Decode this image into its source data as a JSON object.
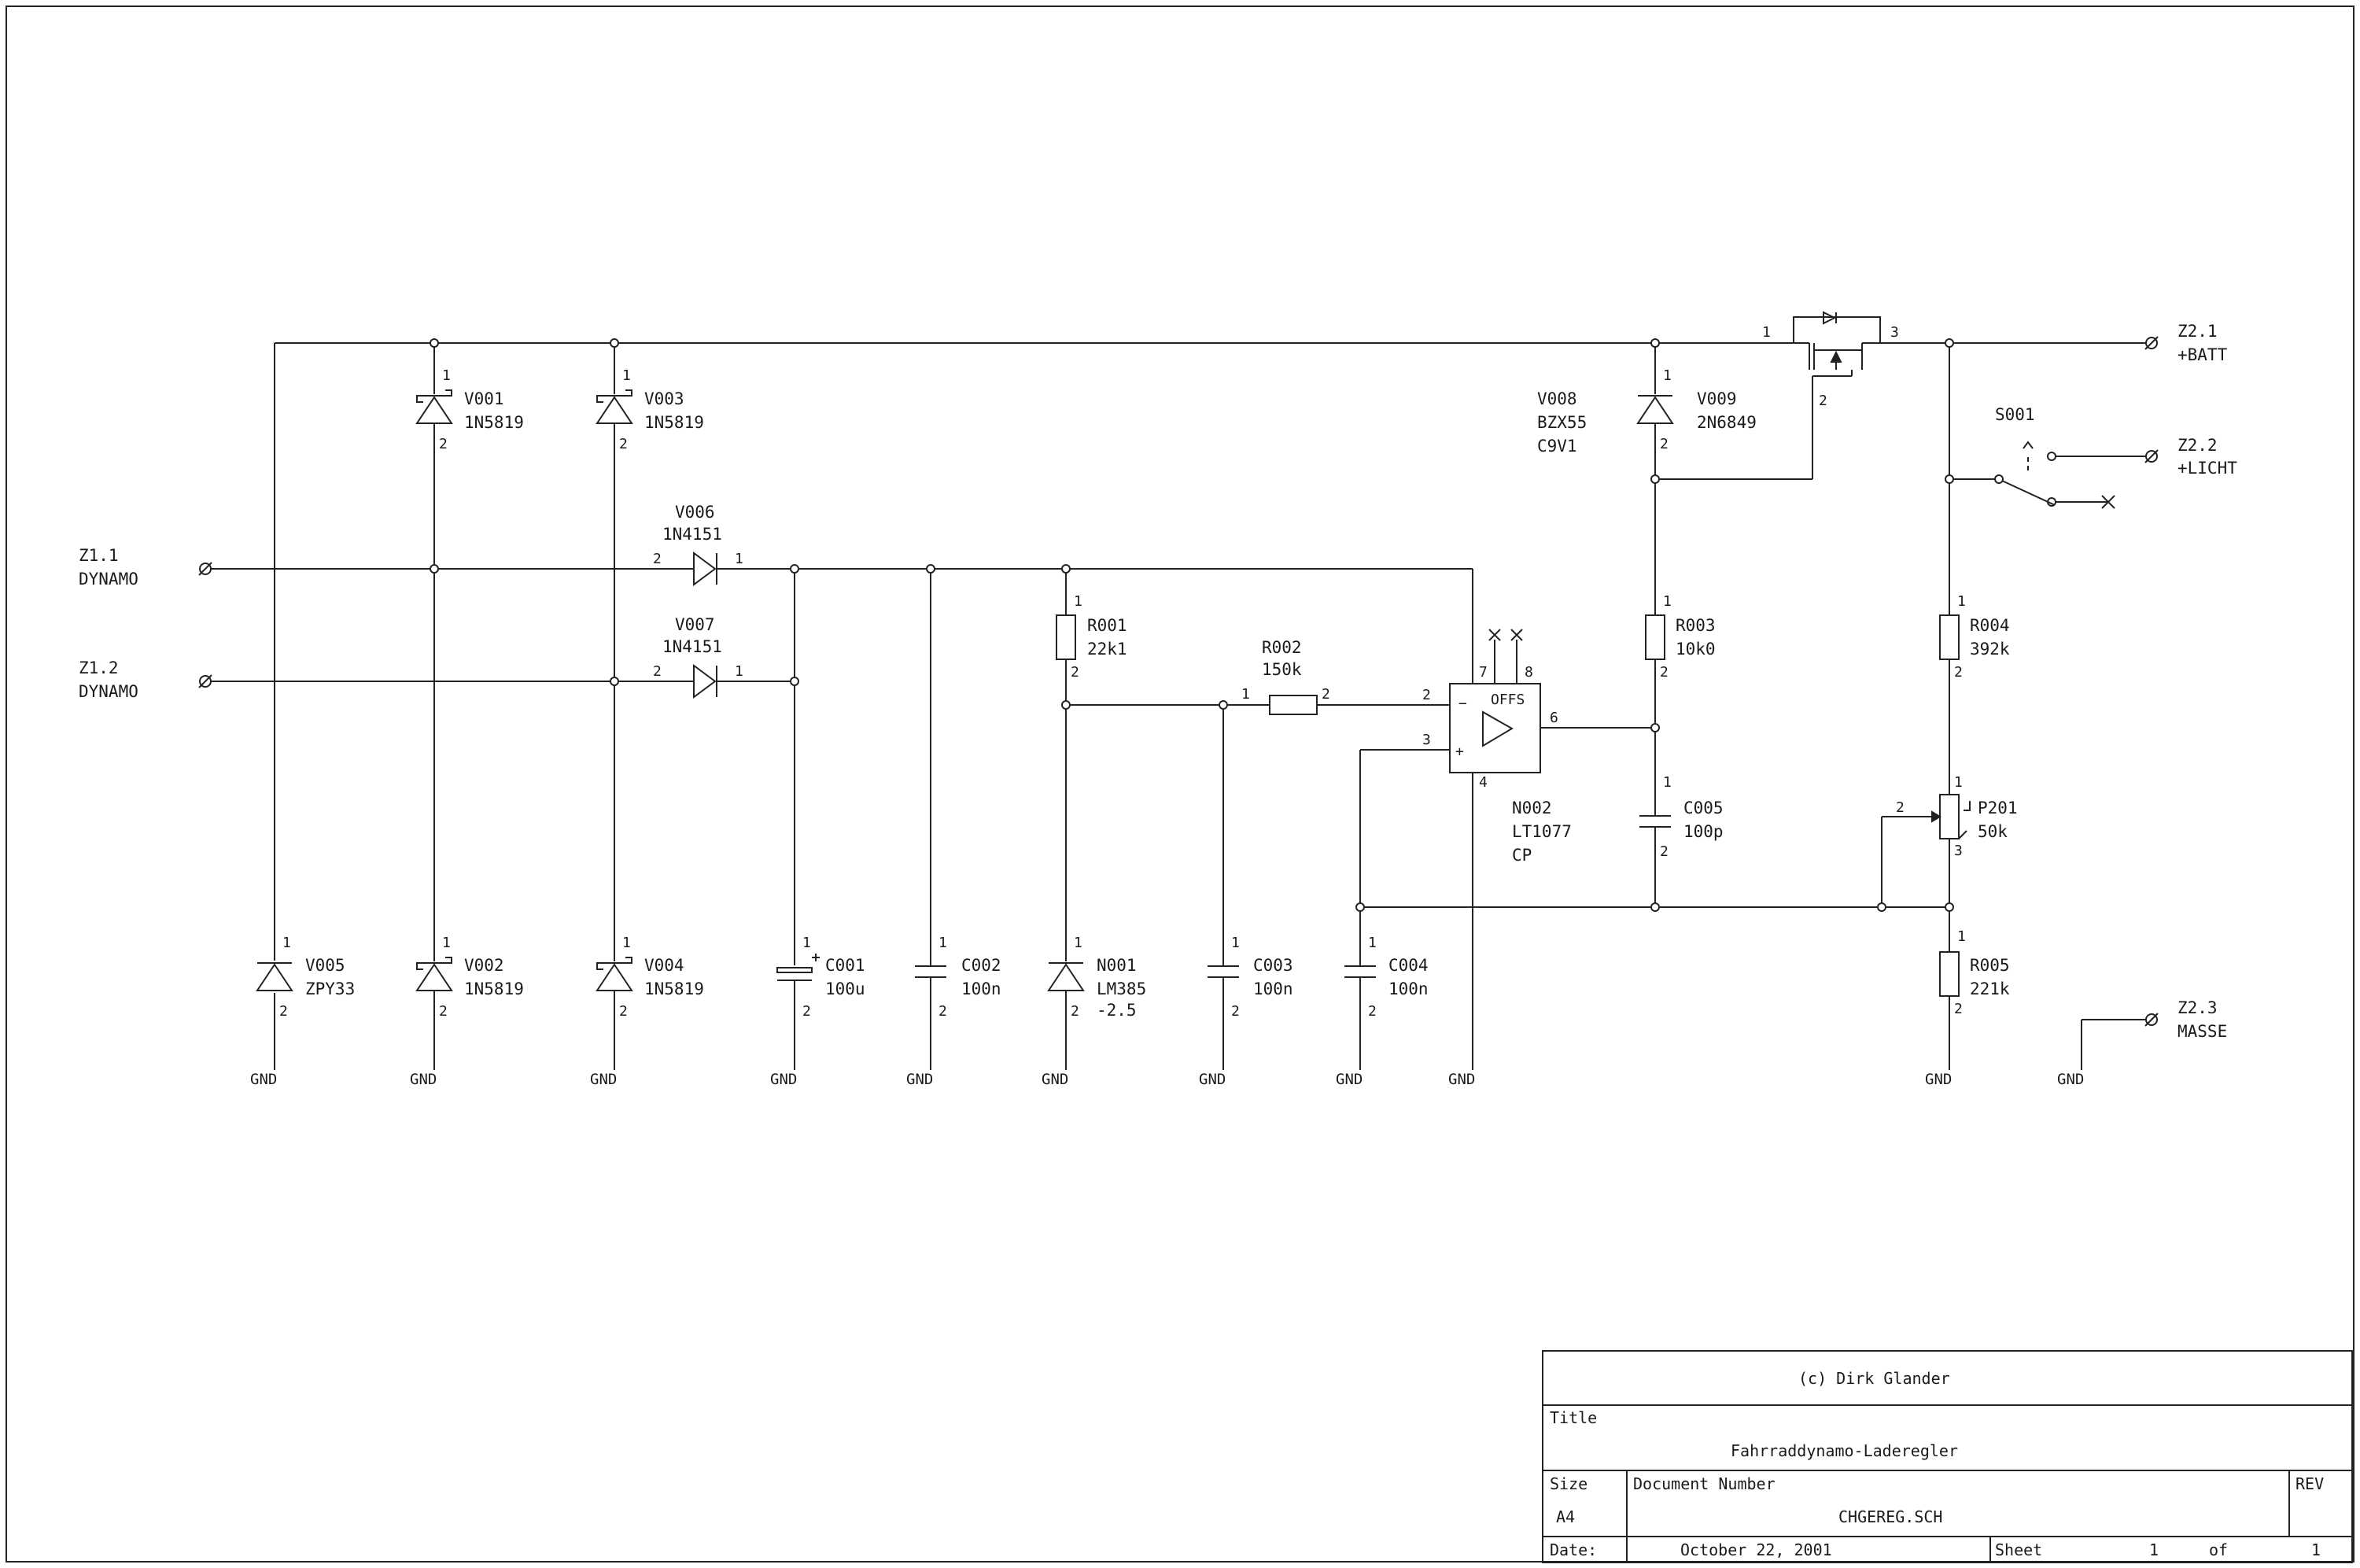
{
  "title_block": {
    "copyright": "(c) Dirk Glander",
    "title_label": "Title",
    "title": "Fahrraddynamo-Laderegler",
    "size_label": "Size",
    "size": "A4",
    "docnum_label": "Document Number",
    "docnum": "CHGEREG.SCH",
    "rev_label": "REV",
    "rev": "",
    "date_label": "Date:",
    "date": "October 22, 2001",
    "sheet_label": "Sheet",
    "sheet": "1",
    "of_label": "of",
    "sheet_total": "1"
  },
  "connectors": [
    {
      "ref": "Z1.1",
      "name": "DYNAMO"
    },
    {
      "ref": "Z1.2",
      "name": "DYNAMO"
    },
    {
      "ref": "Z2.1",
      "name": "+BATT"
    },
    {
      "ref": "Z2.2",
      "name": "+LICHT"
    },
    {
      "ref": "Z2.3",
      "name": "MASSE"
    }
  ],
  "components": [
    {
      "ref": "V001",
      "value": "1N5819"
    },
    {
      "ref": "V002",
      "value": "1N5819"
    },
    {
      "ref": "V003",
      "value": "1N5819"
    },
    {
      "ref": "V004",
      "value": "1N5819"
    },
    {
      "ref": "V005",
      "value": "ZPY33"
    },
    {
      "ref": "V006",
      "value": "1N4151"
    },
    {
      "ref": "V007",
      "value": "1N4151"
    },
    {
      "ref": "V008",
      "value": "BZX55",
      "value2": "C9V1"
    },
    {
      "ref": "V009",
      "value": "2N6849"
    },
    {
      "ref": "C001",
      "value": "100u"
    },
    {
      "ref": "C002",
      "value": "100n"
    },
    {
      "ref": "C003",
      "value": "100n"
    },
    {
      "ref": "C004",
      "value": "100n"
    },
    {
      "ref": "C005",
      "value": "100p"
    },
    {
      "ref": "N001",
      "value": "LM385",
      "value2": "-2.5"
    },
    {
      "ref": "N002",
      "value": "LT1077",
      "value2": "CP"
    },
    {
      "ref": "R001",
      "value": "22k1"
    },
    {
      "ref": "R002",
      "value": "150k"
    },
    {
      "ref": "R003",
      "value": "10k0"
    },
    {
      "ref": "R004",
      "value": "392k"
    },
    {
      "ref": "R005",
      "value": "221k"
    },
    {
      "ref": "P201",
      "value": "50k"
    },
    {
      "ref": "S001",
      "value": ""
    }
  ],
  "opamp_labels": {
    "offs": "OFFS",
    "minus": "−",
    "plus": "+"
  },
  "gnd_label": "GND"
}
